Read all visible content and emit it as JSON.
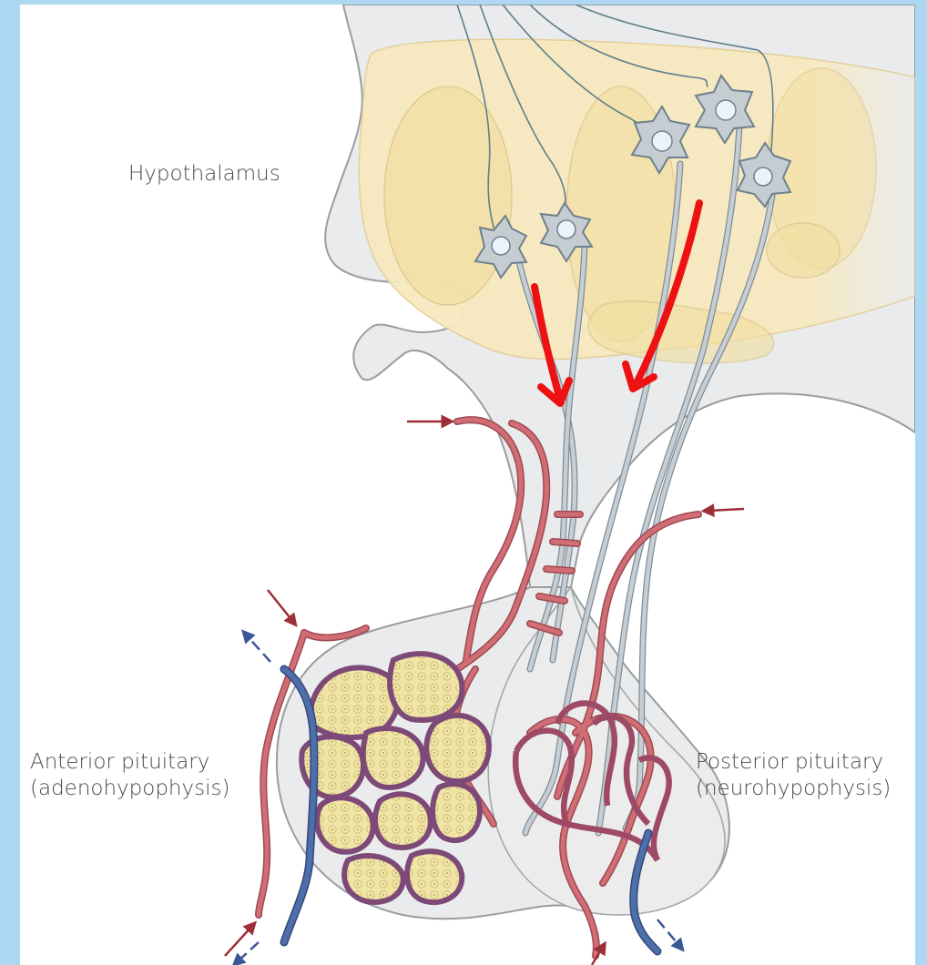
{
  "labels": {
    "hypothalamus": "Hypothalamus",
    "anterior_line1": "Anterior pituitary",
    "anterior_line2": "(adenohypophysis)",
    "posterior_line1": "Posterior pituitary",
    "posterior_line2": "(neurohypophysis)"
  },
  "colors": {
    "frame": "#aed8f2",
    "tissue": "#eaebec",
    "tissue_stroke": "#9a9d9f",
    "hypothalamus_fill": "#f7e9bf",
    "neuron_fill": "#c5cdd3",
    "neuron_stroke": "#6f808c",
    "artery": "#d16d75",
    "vein": "#4f6faa",
    "gland_cells": "#f1e5a6",
    "annotation_arrow": "#ee1111"
  },
  "icons": [
    "red-arrow-annotation",
    "blood-flow-arrow"
  ]
}
